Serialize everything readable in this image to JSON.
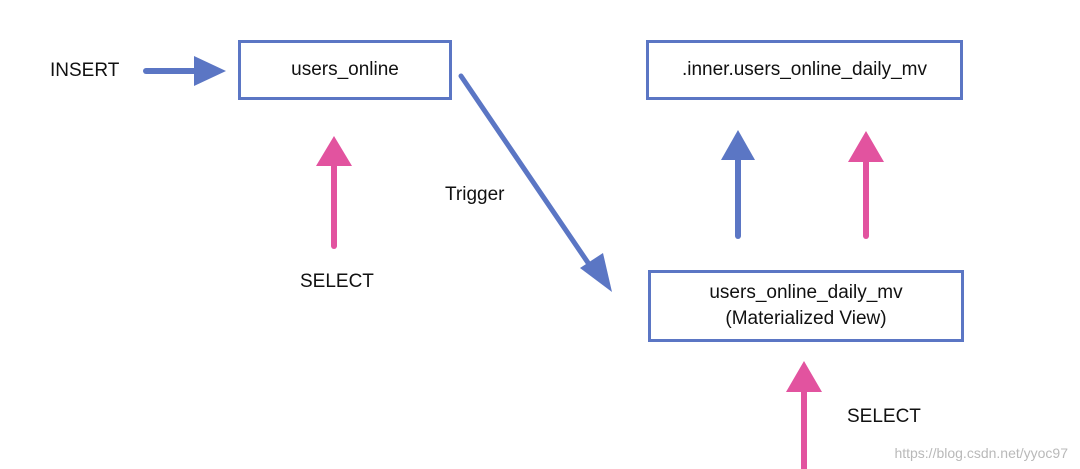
{
  "colors": {
    "blue": "#5b76c4",
    "pink": "#e2539f",
    "text": "#111111",
    "watermark": "#b9b9b9"
  },
  "labels": {
    "insert": "INSERT",
    "trigger": "Trigger",
    "select_left": "SELECT",
    "select_right": "SELECT"
  },
  "boxes": {
    "users_online": "users_online",
    "inner_mv": ".inner.users_online_daily_mv",
    "daily_mv_name": "users_online_daily_mv",
    "daily_mv_type": "(Materialized View)"
  },
  "watermark": "https://blog.csdn.net/yyoc97"
}
